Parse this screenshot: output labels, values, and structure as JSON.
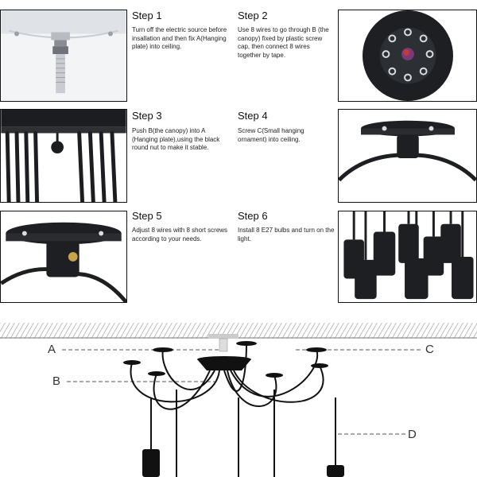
{
  "steps": [
    {
      "title": "Step 1",
      "text": "Turn off the electric source before insallation and then fix A(Hanging plate) into ceiling."
    },
    {
      "title": "Step 2",
      "text": "Use 8 wires to go through B (the canopy) fixed by plastic screw cap, then connect 8 wires together by tape."
    },
    {
      "title": "Step 3",
      "text": "Push B(the canopy) into A (Hanging plate),using the black round nut to make it stable."
    },
    {
      "title": "Step 4",
      "text": "Screw C(Small hanging ornament) into ceiling."
    },
    {
      "title": "Step 5",
      "text": "Adjust 8 wires with 8 short screws according to your needs."
    },
    {
      "title": "Step 6",
      "text": "Install 8 E27 bulbs and turn on the light."
    }
  ],
  "diagram": {
    "labels": {
      "a": "A",
      "b": "B",
      "c": "C",
      "d": "D"
    }
  }
}
